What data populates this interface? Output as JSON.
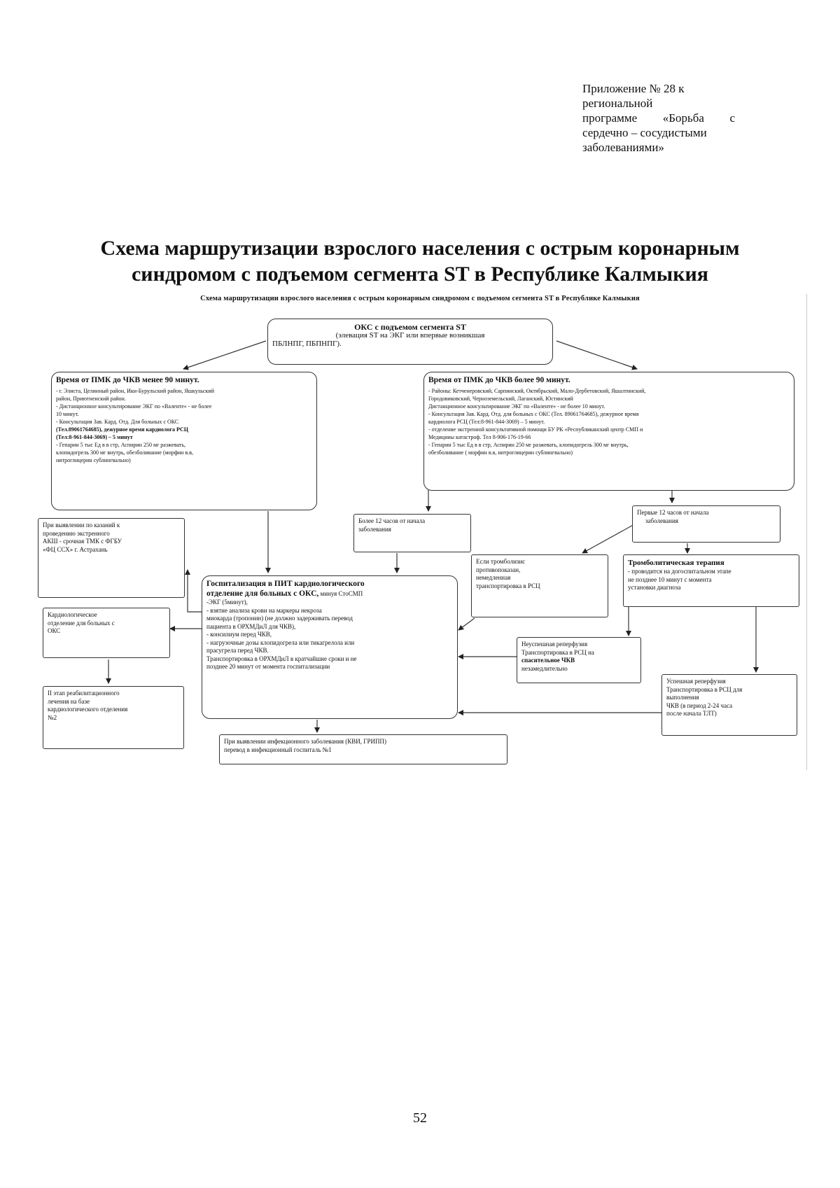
{
  "appendix": {
    "line1": "Приложение № 28 к",
    "line2": "региональной",
    "line3a": "программе",
    "line3b": "«Борьба",
    "line3c": "с",
    "line4": "сердечно – сосудистыми",
    "line5": "заболеваниями»"
  },
  "title": {
    "line1": "Схема маршрутизации взрослого населения с острым коронарным",
    "line2": "синдромом с подъемом сегмента ST в Республике Калмыкия"
  },
  "subtitle": "Схема маршрутизации взрослого населения с острым коронарным синдромом с подъемом сегмента ST в Республике Калмыкия",
  "boxes": {
    "oks": {
      "heading": "ОКС  с подъемом сегмента ST",
      "lines": [
        "(элевация ST на ЭКГ  или впервые возникшая",
        "ПБЛНПГ, ПБПНПГ)."
      ]
    },
    "less90": {
      "heading": "Время от ПМК до ЧКВ менее 90  минут.",
      "lines": [
        "- г. Элиста, Целинный район, Ики-Бурульский район, Яшкульский",
        "район, Приютненский район.",
        "- Дистанционное консультирование ЭКГ по «Валенте» -  не более",
        "10 минут.",
        "- Консультация Зав. Кард. Отд. Для больных с ОКС",
        "(Тел.89061764685), дежурное время  кардиолога РСЦ",
        "(Тел:8-961-844-3069) – 5 минут",
        "- Гепарин 5 тыс Ед в в стр, Аспирин 250 мг разжевать,",
        "клопидогрель 300 мг внутрь, обезболивание (морфин в.в,",
        "нитроглицерин сублингвально)"
      ]
    },
    "more90": {
      "heading": "Время от ПМК до ЧКВ более 90 минут.",
      "lines": [
        "- Районы: Кетченеровский, Сарпинский, Октябрьский, Мало-Дербетовский, Яшалтинский,",
        "Городовиковский, Черноземельский, Лаганский, Юстинский",
        "Дистанционное консультирование ЭКГ по «Валенте» -  не более 10 минут.",
        "- Консультация Зав. Кард. Отд. для больных с ОКС (Тел. 89061764685), дежурное время",
        "кардиолога РСЦ (Тел:8-961-844-3069) – 5 минут.",
        "- отделение экстренной консультативной помощи БУ РК «Республиканский центр СМП и",
        "Медицины катастроф. Тел 8-906-176-19-66",
        "- Гепарин 5 тыс Ед в в стр, Аспирин 250 мг разжевать, клопидогрель 300 мг внутрь,",
        "обезболивание ( морфин в.в, нитроглицерин сублингвально)"
      ]
    },
    "akshBox": {
      "lines": [
        "При выявлении по казаний к",
        "проведению экстренного",
        "АКШ - срочная ТМК с ФГБУ",
        "«ФЦ ССХ» г. Астрахань"
      ]
    },
    "more12": {
      "lines": [
        "Более 12 часов от начала",
        "заболевания"
      ]
    },
    "first12": {
      "lines": [
        "Первые 12 часов от начала",
        "заболевания"
      ]
    },
    "contraindicated": {
      "lines": [
        "Если тромболизис",
        "противопоказан,",
        "немедленная",
        "транспортировка в РСЦ"
      ]
    },
    "thrombolysis": {
      "heading": "Тромболитическая терапия",
      "lines": [
        "- проводится на догоспитальном этапе",
        "не позднее 10 минут с момента",
        "установки диагноза"
      ]
    },
    "hospitalization": {
      "heading1": "Госпитализация в ПИТ кардиологического",
      "heading2": "отделение для больных с ОКС,",
      "heading2b": " минуя СтоСМП",
      "lines": [
        "-ЭКГ  (5минут),",
        "-  взятие анализа крови на маркеры некроза",
        "миокарда (тропонин) (не должно задерживать перевод",
        "пациента в ОРХМДиЛ для ЧКВ),",
        "-  консилиум перед ЧКВ,",
        "-  нагрузочные дозы клопидогрела или тикагрелола или",
        "прасугрела перед ЧКВ.",
        "Транспортировка в ОРХМДиЛ в кратчайшие сроки и не",
        "позднее 20 минут от момента госпитализации"
      ]
    },
    "cardioDept": {
      "lines": [
        "Кардиологическое",
        "отделение для больных с",
        "ОКС"
      ]
    },
    "failedReperfusion": {
      "lines": [
        "Неуспешная реперфузия",
        "Транспортировка в РСЦ на"
      ],
      "bold": "спасительное ЧКВ",
      "last": "незамедлительно"
    },
    "rehab": {
      "lines": [
        "II этап реабилитационного",
        "лечения на базе",
        "кардиологического отделения",
        "№2"
      ]
    },
    "successReperfusion": {
      "lines": [
        "Успешная реперфузия",
        "Транспортировка в РСЦ для",
        "выполнения",
        "ЧКВ (в период 2-24 часа",
        "после начала ТЛТ)"
      ]
    },
    "infection": {
      "lines": [
        "При выявлении инфекционного заболевания (КВИ, ГРИПП)",
        "перевод в инфекционный госпиталь №1"
      ]
    }
  },
  "page_number": "52"
}
